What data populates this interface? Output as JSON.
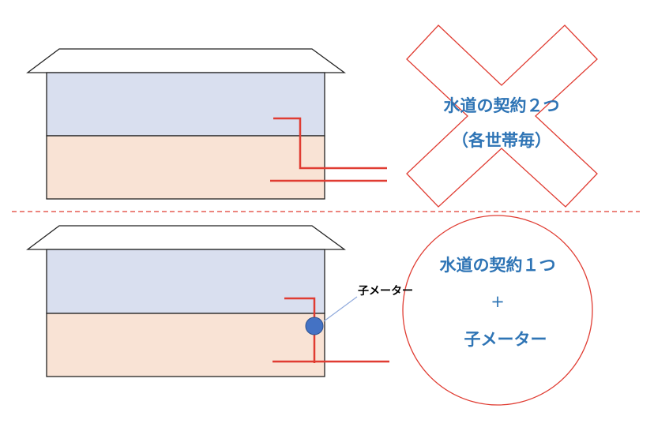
{
  "top": {
    "text_line1": "水道の契約２つ",
    "text_line2": "（各世帯毎）"
  },
  "bottom": {
    "text_line1": "水道の契約１つ",
    "text_plus": "+",
    "text_line3": "子メーター",
    "meter_label": "子メーター"
  },
  "colors": {
    "upper_floor": "#d9dfef",
    "lower_floor": "#f9e3d5",
    "pipe": "#e03c32",
    "meter": "#4472c4",
    "text": "#2e74b5"
  }
}
